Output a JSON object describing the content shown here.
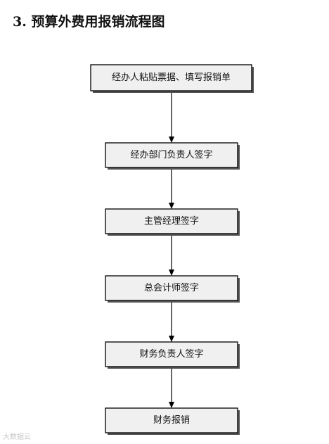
{
  "title": "3. 预算外费用报销流程图",
  "flowchart": {
    "nodes": [
      {
        "id": "n1",
        "label": "经办人粘贴票据、填写报销单"
      },
      {
        "id": "n2",
        "label": "经办部门负责人签字"
      },
      {
        "id": "n3",
        "label": "主管经理签字"
      },
      {
        "id": "n4",
        "label": "总会计师签字"
      },
      {
        "id": "n5",
        "label": "财务负责人签字"
      },
      {
        "id": "n6",
        "label": "财务报销"
      }
    ],
    "edges": [
      {
        "from": "n1",
        "to": "n2"
      },
      {
        "from": "n2",
        "to": "n3"
      },
      {
        "from": "n3",
        "to": "n4"
      },
      {
        "from": "n4",
        "to": "n5"
      },
      {
        "from": "n5",
        "to": "n6"
      }
    ]
  },
  "watermark": "大数据云"
}
